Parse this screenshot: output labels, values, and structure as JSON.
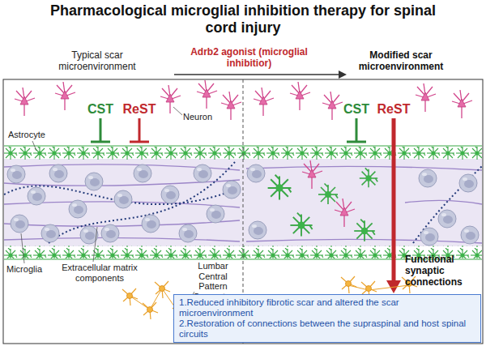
{
  "diagram": {
    "title": "Pharmacological microglial inhibition therapy for spinal cord injury",
    "nodes": [
      {
        "text": [
          "1.Reduced inhibitory fibrotic scar and altered the scar microenvironment",
          "2.Restoration of connections between the supraspinal and host spinal circuits"
        ]
      }
    ],
    "labels": [
      "Typical scar microenvironment",
      "Adrb2 agonist (microglial inhibitior)",
      "Modified scar microenvironment",
      "CST",
      "ReST",
      "Neuron",
      "Astrocyte",
      "Microglia",
      "Extracellular matrix components",
      "Lumbar Central Pattern Generator",
      "CST",
      "ReST",
      "Functional synaptic connections"
    ]
  }
}
